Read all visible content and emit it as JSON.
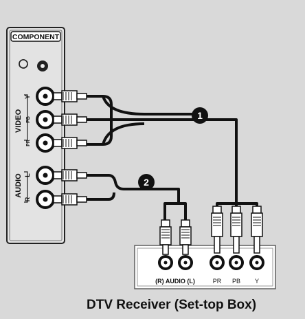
{
  "tv_panel": {
    "header_label": "COMPONENT",
    "video_label": "VIDEO",
    "audio_label": "AUDIO",
    "video_jacks": [
      "Y",
      "PB",
      "PR"
    ],
    "audio_jacks": [
      "L",
      "R"
    ]
  },
  "callouts": [
    "1",
    "2"
  ],
  "receiver": {
    "title": "DTV Receiver (Set-top Box)",
    "audio_caption": "(R) AUDIO (L)",
    "video_jacks": [
      "PR",
      "PB",
      "Y"
    ]
  },
  "colors": {
    "background": "#d9d9d9",
    "panel": "#e6e6e6",
    "cable": "#111111",
    "box": "#ffffff"
  }
}
